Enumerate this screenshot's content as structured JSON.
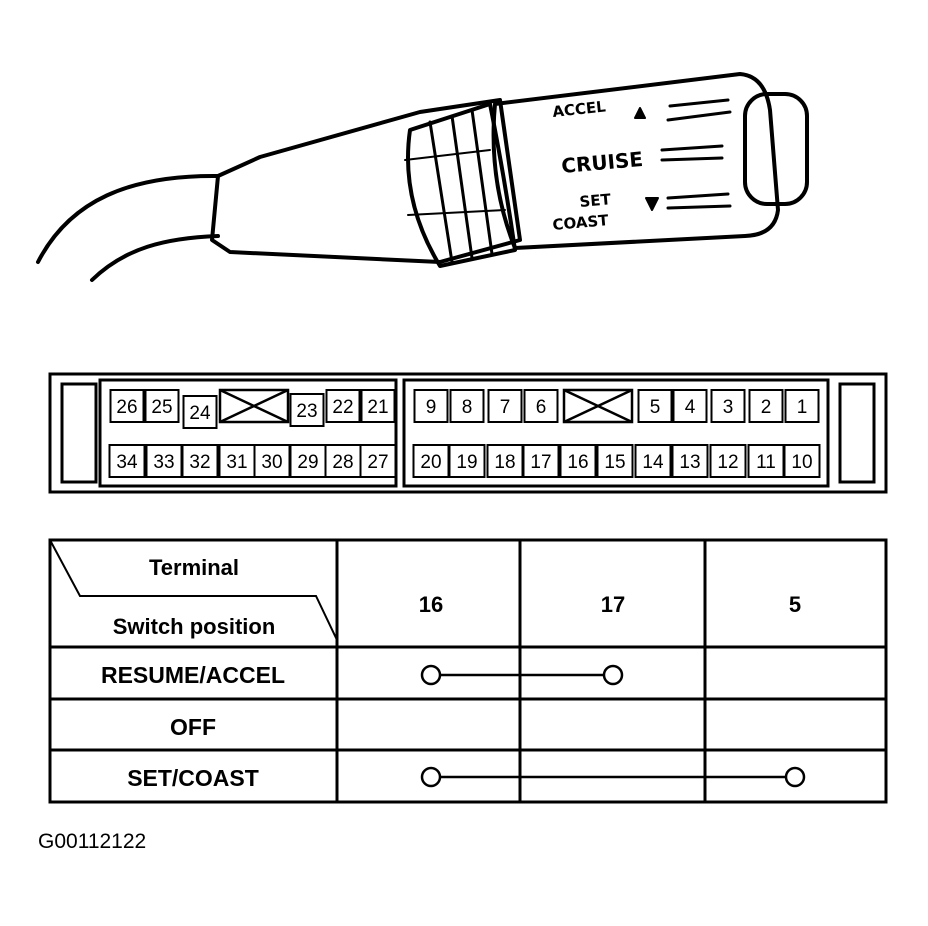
{
  "stalk": {
    "labels": {
      "accel": "ACCEL",
      "cruise": "CRUISE",
      "set": "SET",
      "coast": "COAST"
    }
  },
  "connector": {
    "top_row": [
      "26",
      "25",
      "24",
      "23",
      "22",
      "21",
      "9",
      "8",
      "7",
      "6",
      "5",
      "4",
      "3",
      "2",
      "1"
    ],
    "bottom_row": [
      "34",
      "33",
      "32",
      "31",
      "30",
      "29",
      "28",
      "27",
      "20",
      "19",
      "18",
      "17",
      "16",
      "15",
      "14",
      "13",
      "12",
      "11",
      "10"
    ]
  },
  "table": {
    "header_terminal": "Terminal",
    "header_switch_position": "Switch position",
    "terminals": [
      "16",
      "17",
      "5"
    ],
    "rows": [
      {
        "position": "RESUME/ACCEL",
        "connected": [
          "16",
          "17"
        ]
      },
      {
        "position": "OFF",
        "connected": []
      },
      {
        "position": "SET/COAST",
        "connected": [
          "16",
          "5"
        ]
      }
    ]
  },
  "figure_id": "G00112122"
}
